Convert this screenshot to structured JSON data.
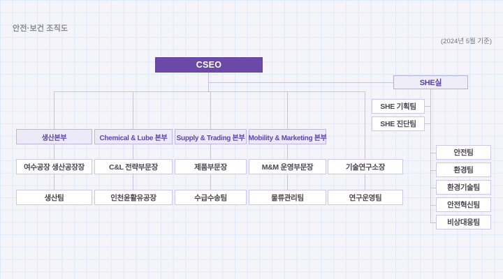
{
  "header": {
    "title": "안전·보건 조직도",
    "as_of": "(2024년 5월 기준)"
  },
  "org": {
    "root": "CSEO",
    "she_office": "SHE실",
    "she_staff_teams": [
      "SHE 기획팀",
      "SHE 진단팀"
    ],
    "divisions": [
      "생산본부",
      "Chemical & Lube 본부",
      "Supply & Trading 본부",
      "Mobility & Marketing 본부"
    ],
    "managers": [
      "여수공장 생산공장장",
      "C&L 전략부문장",
      "제품부문장",
      "M&M 운영부문장",
      "기술연구소장"
    ],
    "teams": [
      "생산팀",
      "인천윤활유공장",
      "수급수송팀",
      "물류관리팀",
      "연구운영팀"
    ],
    "she_field_teams": [
      "안전팀",
      "환경팀",
      "환경기술팀",
      "안전혁신팀",
      "비상대응팀"
    ]
  },
  "colors": {
    "accent_purple": "#6a4aa6",
    "lavender_fill": "#eceaf6",
    "she_fill": "#efedf8",
    "box_border": "#cdc6e4",
    "connector": "#c8c2d8",
    "text_purple": "#5b48a6",
    "text_dark": "#4b4550",
    "title_gray": "#8a8a92",
    "grid_line": "#ddeafa",
    "background": "#f4f4f9"
  }
}
